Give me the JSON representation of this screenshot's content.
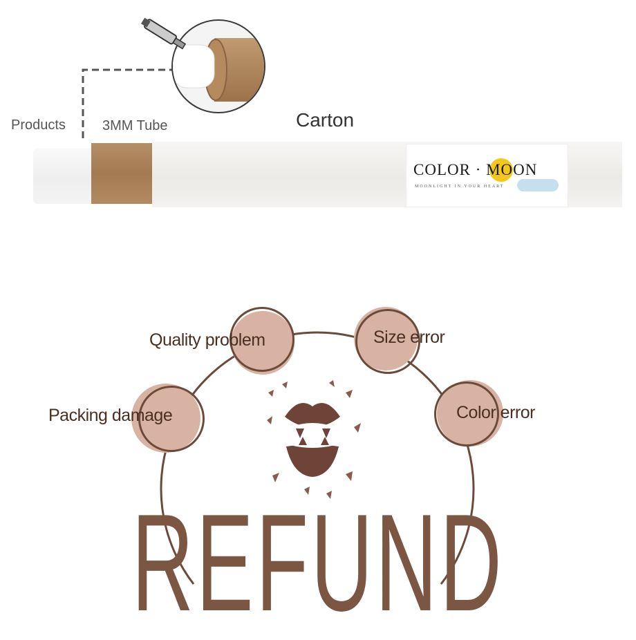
{
  "packaging": {
    "products_label": "Products",
    "tube_label": "3MM Tube",
    "carton_label": "Carton",
    "brand_name": "COLOR · MOON",
    "brand_tagline": "MOONLIGHT IN YOUR HEART"
  },
  "refund": {
    "title": "REFUND",
    "reasons": [
      "Quality problem",
      "Size error",
      "Packing damage",
      "Color error"
    ]
  },
  "colors": {
    "bubble": "#d8b3a4",
    "ring": "#6b4a3a",
    "text_brown": "#4a2f22",
    "refund_text": "#7a5643",
    "kraft": "#a47a52",
    "sun": "#f3c81b"
  },
  "icons": [
    "magnifier-icon",
    "lips-icon"
  ]
}
